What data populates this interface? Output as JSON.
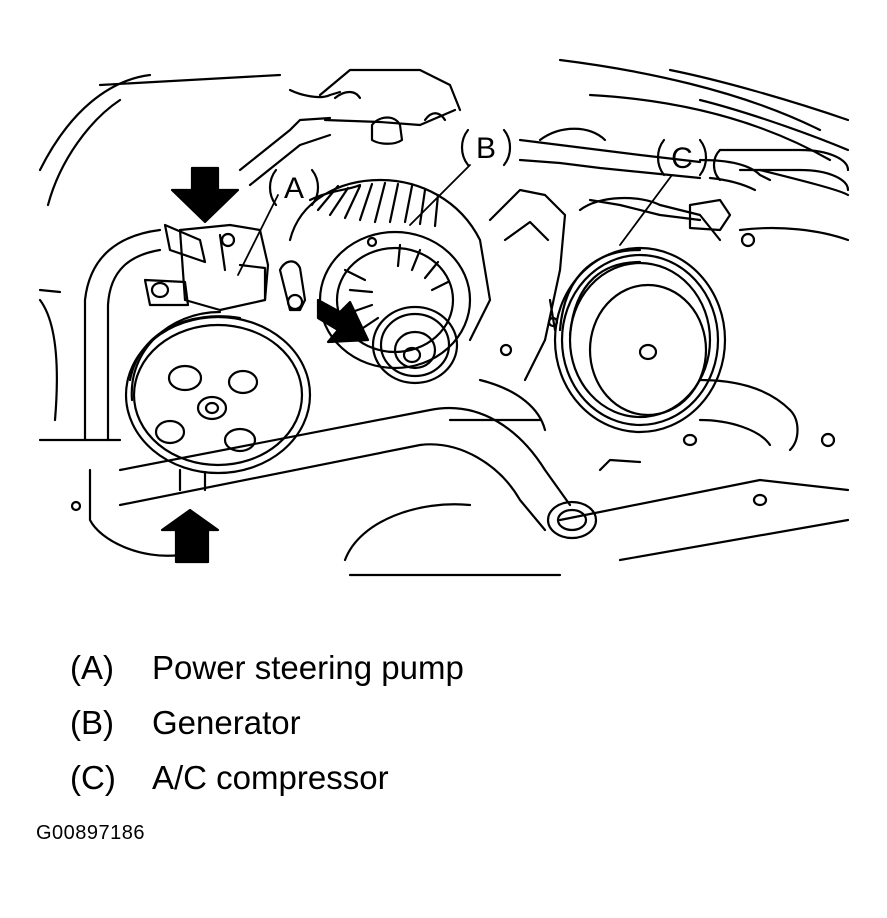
{
  "callouts": {
    "a": "A",
    "b": "B",
    "c": "C"
  },
  "legend": [
    {
      "key": "(A)",
      "text": "Power steering pump"
    },
    {
      "key": "(B)",
      "text": "Generator"
    },
    {
      "key": "(C)",
      "text": "A/C compressor"
    }
  ],
  "figure_id": "G00897186"
}
